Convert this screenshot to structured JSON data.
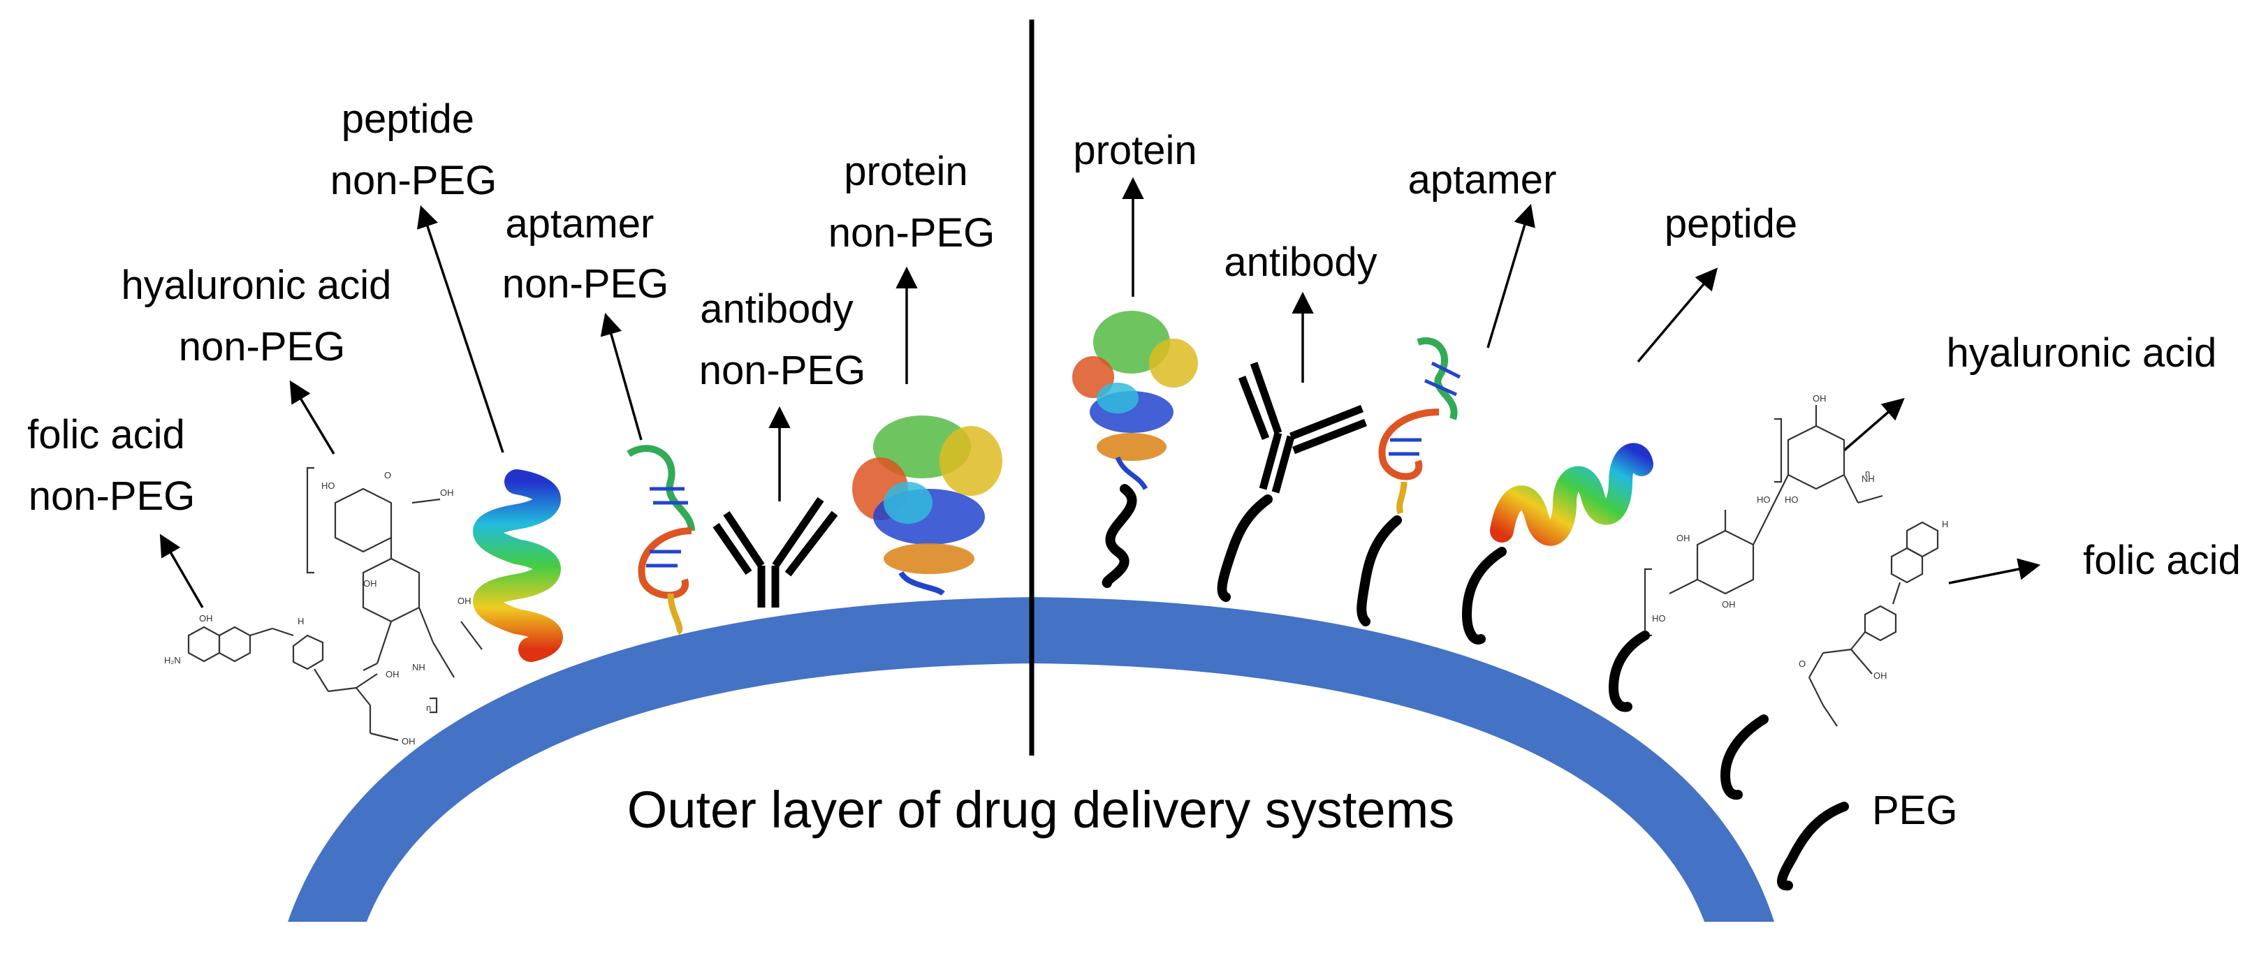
{
  "title": "Outer layer of drug delivery systems",
  "colors": {
    "layer": "#4472c4",
    "ink": "#000000"
  },
  "left_labels": {
    "folic_acid": [
      "folic acid",
      "non-PEG"
    ],
    "hyaluronic_acid": [
      "hyaluronic acid",
      "non-PEG"
    ],
    "peptide": [
      "peptide",
      "non-PEG"
    ],
    "aptamer": [
      "aptamer",
      "non-PEG"
    ],
    "antibody": [
      "antibody",
      "non-PEG"
    ],
    "protein": [
      "protein",
      "non-PEG"
    ]
  },
  "right_labels": {
    "protein": "protein",
    "antibody": "antibody",
    "aptamer": "aptamer",
    "peptide": "peptide",
    "hyaluronic_acid": "hyaluronic acid",
    "folic_acid": "folic acid",
    "peg": "PEG"
  },
  "chem_text": {
    "n": "n",
    "oh": "OH",
    "ho": "HO",
    "nh": "NH",
    "h": "H",
    "h2n": "H₂N",
    "o": "O",
    "n_atom": "N"
  },
  "icons": [
    "folic-acid-structure-icon",
    "hyaluronic-acid-structure-icon",
    "peptide-helix-icon",
    "aptamer-icon",
    "antibody-icon",
    "protein-icon",
    "peg-chain-icon"
  ]
}
